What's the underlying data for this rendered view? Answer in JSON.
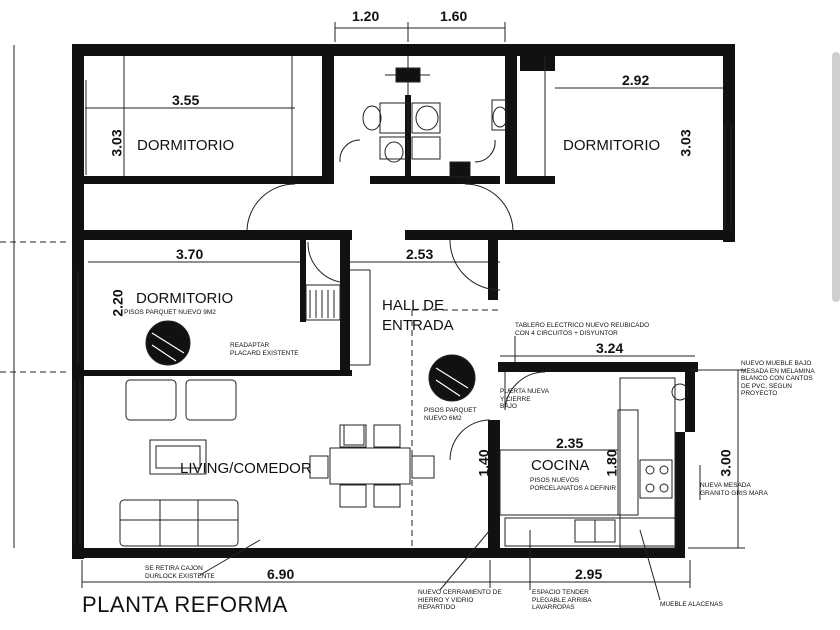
{
  "title": "PLANTA REFORMA",
  "rooms": {
    "dorm1": "DORMITORIO",
    "dorm2": "DORMITORIO",
    "dorm3": "DORMITORIO",
    "hall": "HALL DE\nENTRADA",
    "living": "LIVING/COMEDOR",
    "cocina": "COCINA"
  },
  "dimensions": {
    "d_120": "1.20",
    "d_160": "1.60",
    "d_355": "3.55",
    "d_292": "2.92",
    "d_303a": "3.03",
    "d_303b": "3.03",
    "d_370": "3.70",
    "d_253": "2.53",
    "d_220": "2.20",
    "d_324": "3.24",
    "d_235": "2.35",
    "d_180": "1.80",
    "d_140": "1.40",
    "d_300": "3.00",
    "d_690": "6.90",
    "d_295": "2.95"
  },
  "notes": {
    "n_pisos_dorm": "PISOS PARQUET NUEVO 9M2",
    "n_placard": "READAPTAR\nPLACARD EXISTENTE",
    "n_tablero": "TABLERO ELECTRICO NUEVO REUBICADO\nCON 4 CIRCUITOS + DISYUNTOR",
    "n_puerta": "PUERTA NUEVA\nY CIERRE\nBAJO",
    "n_pisos_hall": "PISOS PARQUET\nNUEVO 6M2",
    "n_mueble": "NUEVO MUEBLE BAJO\nMESADA EN MELAMINA\nBLANCO CON CANTOS\nDE PVC, SEGUN\nPROYECTO",
    "n_pisos_cocina": "PISOS NUEVOS\nPORCELANATOS A DEFINIR",
    "n_mesada": "NUEVA MESADA\nGRANITO GRIS MARA",
    "n_cajon": "SE RETIRA CAJON\nDURLOCK EXISTENTE",
    "n_cerramiento": "NUEVO CERRAMIENTO DE\nHIERRO Y VIDRIO\nREPARTIDO",
    "n_tender": "ESPACIO TENDER\nPLEGABLE ARRIBA\nLAVARROPAS",
    "n_alacenas": "MUEBLE ALACENAS"
  },
  "colors": {
    "wall": "#111111",
    "line": "#222222",
    "scrollbar": "#cfcfcf"
  }
}
